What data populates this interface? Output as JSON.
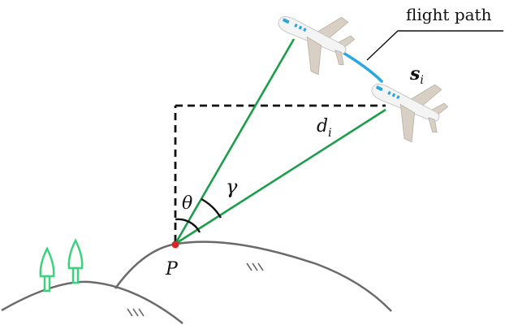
{
  "labels": {
    "flight_path": "flight path",
    "s_main": "s",
    "s_sub": "i",
    "d_main": "d",
    "d_sub": "i",
    "gamma": "γ",
    "theta": "θ",
    "point_p": "P"
  },
  "colors": {
    "sightline": "#1a9e4a",
    "flight_path": "#29a8e0",
    "terrain": "#6a6a6a",
    "reference": "#111111",
    "point": "#d62828",
    "tree": "#3ad27a",
    "plane_body": "#f4f4f4",
    "plane_wing": "#d8d0c4",
    "plane_window": "#2aa7d8"
  },
  "icons": {
    "aircraft": "airplane-icon",
    "tree": "tree-icon"
  }
}
